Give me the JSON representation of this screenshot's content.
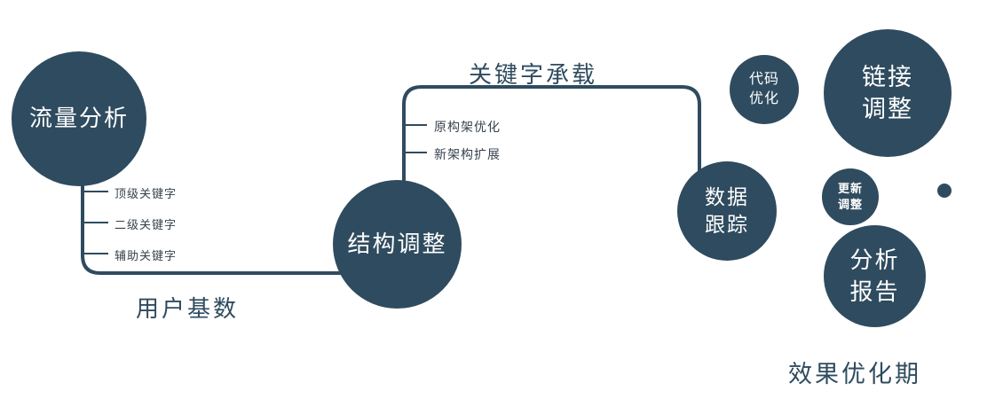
{
  "colors": {
    "primary": "#2f4b5f",
    "on-primary": "#ffffff",
    "text": "#2f4b5f",
    "tick-text": "#38424d"
  },
  "nodes": {
    "traffic": {
      "label": "流量分析"
    },
    "structure": {
      "label": "结构调整"
    },
    "data_tracking": {
      "line1": "数据",
      "line2": "跟踪"
    },
    "code_optimization": {
      "line1": "代码",
      "line2": "优化"
    },
    "link_adjustment": {
      "line1": "链接",
      "line2": "调整"
    },
    "update_adjustment": {
      "line1": "更新",
      "line2": "调整"
    },
    "analysis_report": {
      "line1": "分析",
      "line2": "报告"
    }
  },
  "edge_labels": {
    "user_base": "用户基数",
    "keyword_bearing": "关键字承载"
  },
  "tick_labels": {
    "traffic_branch": [
      "顶级关键字",
      "二级关键字",
      "辅助关键字"
    ],
    "structure_branch": [
      "原构架优化",
      "新架构扩展"
    ]
  },
  "caption": "效果优化期"
}
